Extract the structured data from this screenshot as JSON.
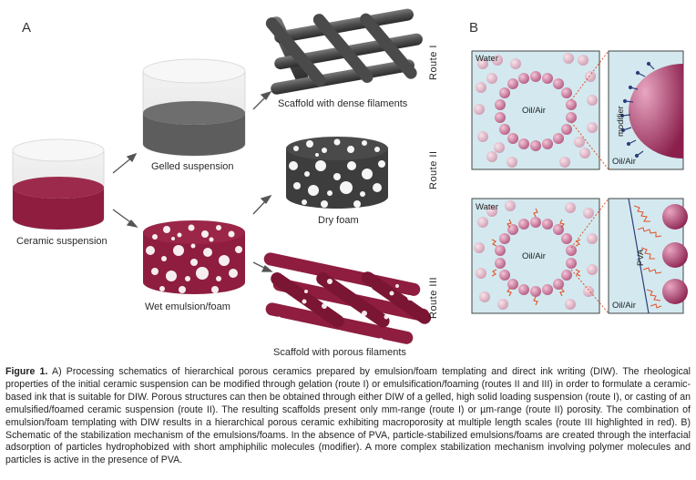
{
  "panel_a": {
    "letter": "A",
    "ceramic_suspension": "Ceramic suspension",
    "gelled_suspension": "Gelled suspension",
    "wet_emulsion": "Wet emulsion/foam",
    "dense_scaffold": "Scaffold with dense filaments",
    "dry_foam": "Dry foam",
    "porous_scaffold": "Scaffold with porous filaments",
    "route1": "Route I",
    "route2": "Route II",
    "route3": "Route III"
  },
  "panel_b": {
    "letter": "B",
    "water_top": "Water",
    "oil_air_top": "Oil/Air",
    "modifier": "modifier",
    "oil_air_zoom_top": "Oil/Air",
    "water_bottom": "Water",
    "oil_air_bottom": "Oil/Air",
    "pva": "PVA",
    "oil_air_zoom_bottom": "Oil/Air"
  },
  "caption": {
    "label": "Figure 1.",
    "text": " A) Processing schematics of hierarchical porous ceramics prepared by emulsion/foam templating and direct ink writing (DIW). The rheological properties of the initial ceramic suspension can be modified through gelation (route I) or emulsification/foaming (routes II and III) in order to formulate a ceramic-based ink that is suitable for DIW. Porous structures can then be obtained through either DIW of a gelled, high solid loading suspension (route I), or casting of an emulsified/foamed ceramic suspension (route II). The resulting scaffolds present only mm-range (route I) or µm-range (route II) porosity. The combination of emulsion/foam templating with DIW results in a hierarchical porous ceramic exhibiting macroporosity at multiple length scales (route III highlighted in red). B) Schematic of the stabilization mechanism of the emulsions/foams. In the absence of PVA, particle-stabilized emulsions/foams are created through the interfacial adsorption of particles hydrophobized with short amphiphilic molecules (modifier). A more complex stabilization mechanism involving polymer molecules and particles is active in the presence of PVA."
  },
  "colors": {
    "burgundy": "#8e1d3f",
    "gray": "#6f6f6f",
    "dark": "#3a3a3a",
    "light_blue": "#d3e9ef",
    "pink_particle": "#d9a3b8",
    "route3_red": "#e2522a"
  }
}
